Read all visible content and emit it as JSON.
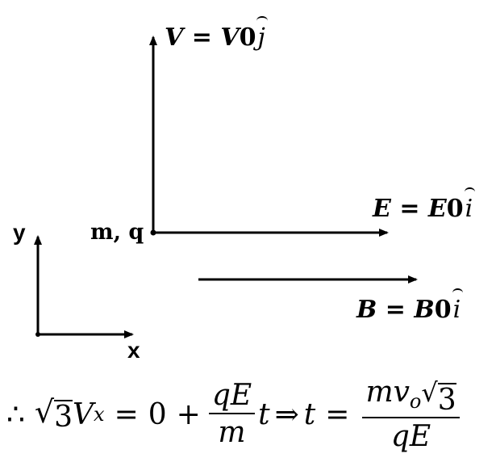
{
  "labels": {
    "velocity": {
      "lhs": "V",
      "eq": " = ",
      "rhs": "V",
      "sub": "0",
      "unit": "j"
    },
    "e_field": {
      "lhs": "E",
      "eq": " = ",
      "rhs": "E",
      "sub": "0",
      "unit": "i"
    },
    "b_field": {
      "lhs": "B",
      "eq": " = ",
      "rhs": "B",
      "sub": "0",
      "unit": "i"
    },
    "charge": "m, q",
    "axis_y": "y",
    "axis_x": "x"
  },
  "equation": {
    "therefore": "∴",
    "sqrt3": "3",
    "v": "V",
    "vsub": "x",
    "equals": "=",
    "zero": "0",
    "plus": "+",
    "frac1_num": "qE",
    "frac1_den": "m",
    "t": "t",
    "implies": "⇒",
    "frac2_num_m": "m",
    "frac2_num_v": "v",
    "frac2_num_vsub": "o",
    "frac2_num_sqrt": "3",
    "frac2_den": "qE"
  }
}
